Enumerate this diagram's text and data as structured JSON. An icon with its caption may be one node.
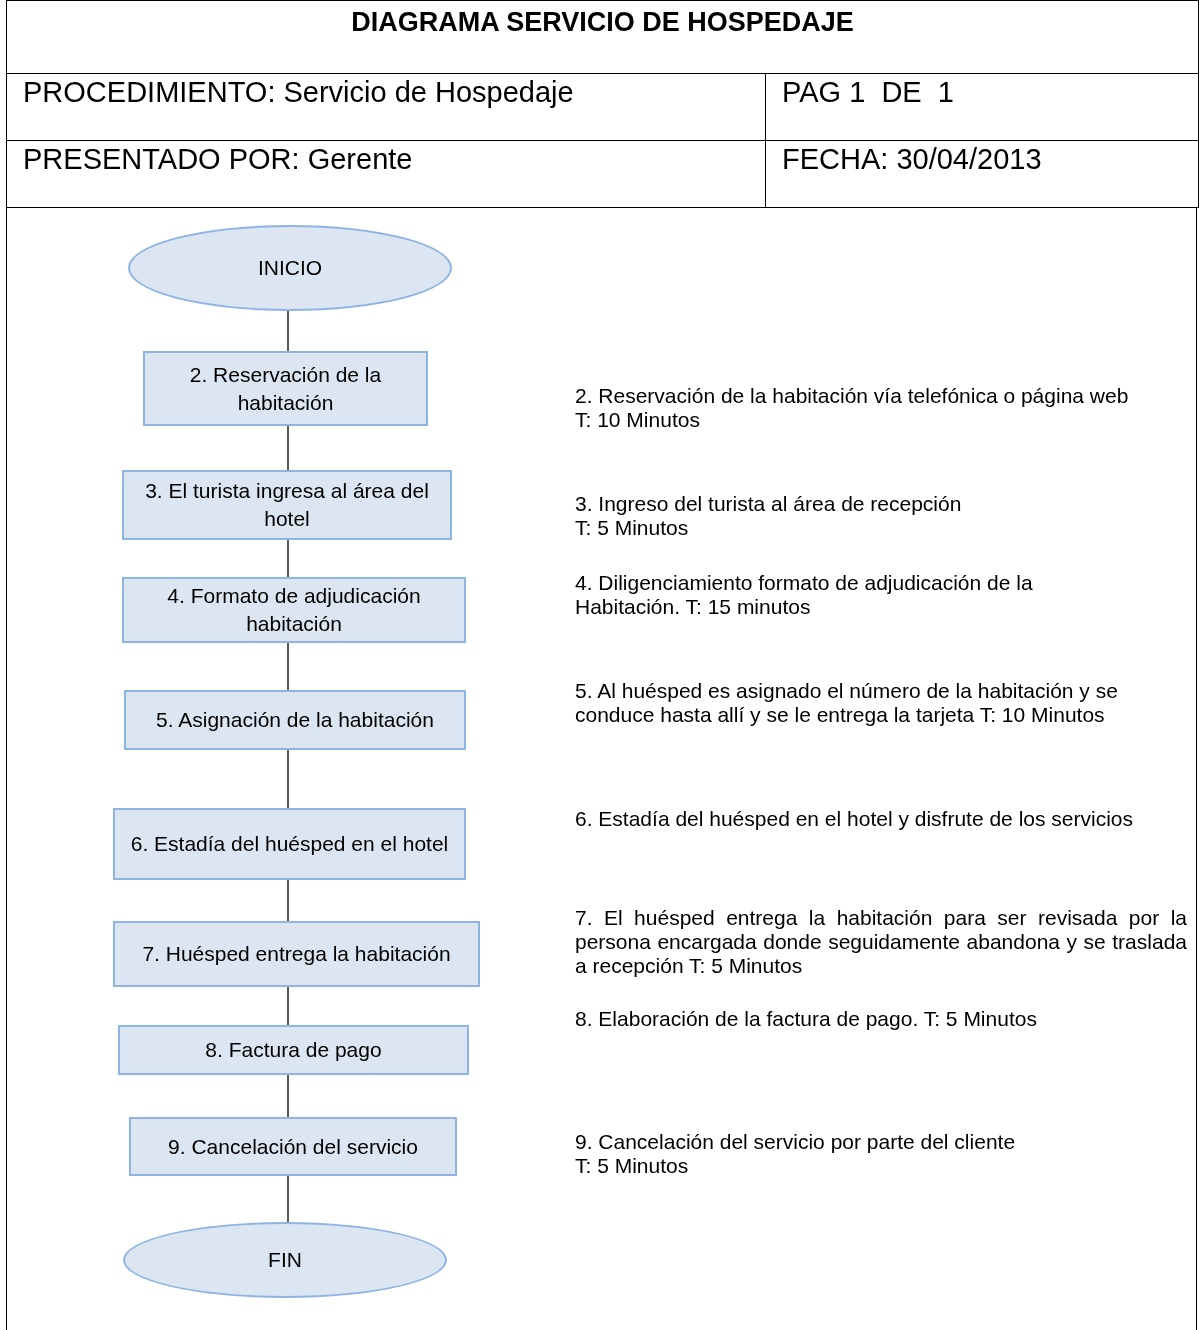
{
  "diagram": {
    "title": "DIAGRAMA SERVICIO DE HOSPEDAJE",
    "nodes": [
      {
        "text": [
          "INICIO"
        ]
      },
      {
        "text": [
          "2. Reservación de la habitación"
        ]
      },
      {
        "text": [
          "3. El turista ingresa al área del hotel"
        ]
      },
      {
        "text": [
          "4. Formato de adjudicación habitación"
        ]
      },
      {
        "text": [
          "5. Asignación de la habitación"
        ]
      },
      {
        "text": [
          "6. Estadía del huésped en el hotel"
        ]
      },
      {
        "text": [
          "7. Huésped entrega la habitación"
        ]
      },
      {
        "text": [
          "8. Factura de pago"
        ]
      },
      {
        "text": [
          "9. Cancelación del servicio"
        ]
      },
      {
        "text": [
          "FIN"
        ]
      }
    ],
    "edges": [
      {
        "from": 0,
        "to": 1,
        "arrow": "none"
      },
      {
        "from": 1,
        "to": 2,
        "arrow": "none"
      },
      {
        "from": 2,
        "to": 3,
        "arrow": "none"
      },
      {
        "from": 3,
        "to": 4,
        "arrow": "none"
      },
      {
        "from": 4,
        "to": 5,
        "arrow": "none"
      },
      {
        "from": 5,
        "to": 6,
        "arrow": "none"
      },
      {
        "from": 6,
        "to": 7,
        "arrow": "none"
      },
      {
        "from": 7,
        "to": 8,
        "arrow": "none"
      },
      {
        "from": 8,
        "to": 9,
        "arrow": "none"
      }
    ],
    "labels": [
      "PROCEDIMIENTO: Servicio de Hospedaje",
      "PAG 1  DE  1",
      "PRESENTADO POR: Gerente",
      "FECHA: 30/04/2013",
      "2. Reservación de la habitación vía telefónica o página web T: 10 Minutos",
      "3. Ingreso del turista al área de recepción T: 5 Minutos",
      "4. Diligenciamiento formato de adjudicación de la Habitación. T: 15 minutos",
      "5. Al huésped es asignado el número de la habitación y se conduce hasta allí y se le entrega la tarjeta T: 10 Minutos",
      "6. Estadía del huésped en el hotel y disfrute de los servicios",
      "7. El huésped entrega la habitación para ser revisada por la persona encargada donde seguidamente abandona y se traslada a recepción T: 5 Minutos",
      "8. Elaboración de la factura de pago. T: 5 Minutos",
      "9. Cancelación del servicio por parte del cliente T: 5 Minutos"
    ]
  }
}
